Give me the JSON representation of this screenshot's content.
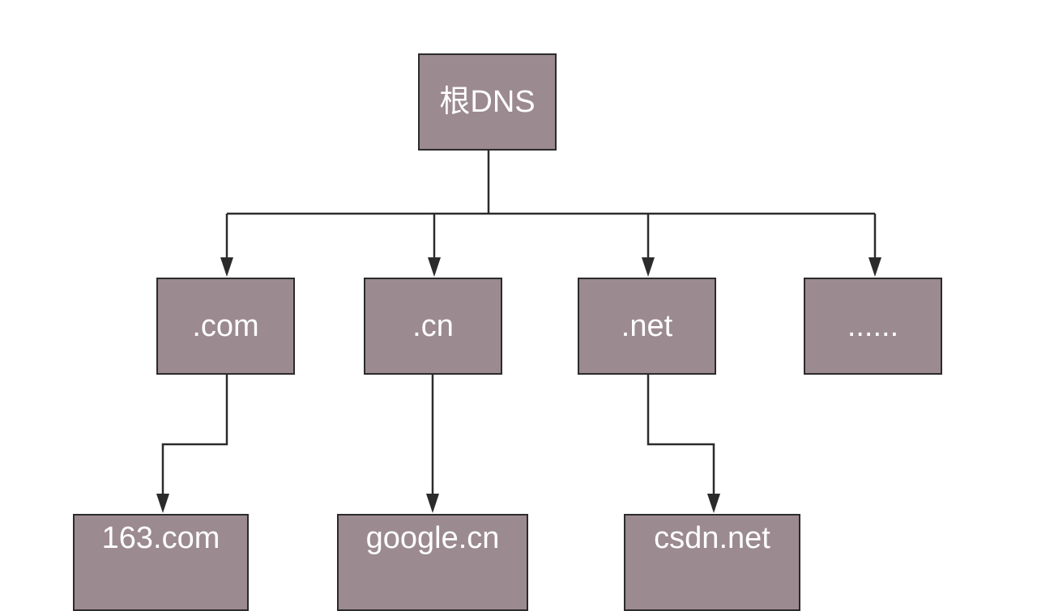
{
  "nodes": {
    "root": "根DNS",
    "com": ".com",
    "cn": ".cn",
    "net": ".net",
    "more": "......",
    "com_163": "163.com",
    "google_cn": "google.cn",
    "csdn_net": "csdn.net"
  },
  "colors": {
    "node_fill": "#9b8a8f",
    "node_border": "#2b2b2b",
    "node_text": "#ffffff",
    "connector": "#2b2b2b",
    "background": "#ffffff"
  }
}
